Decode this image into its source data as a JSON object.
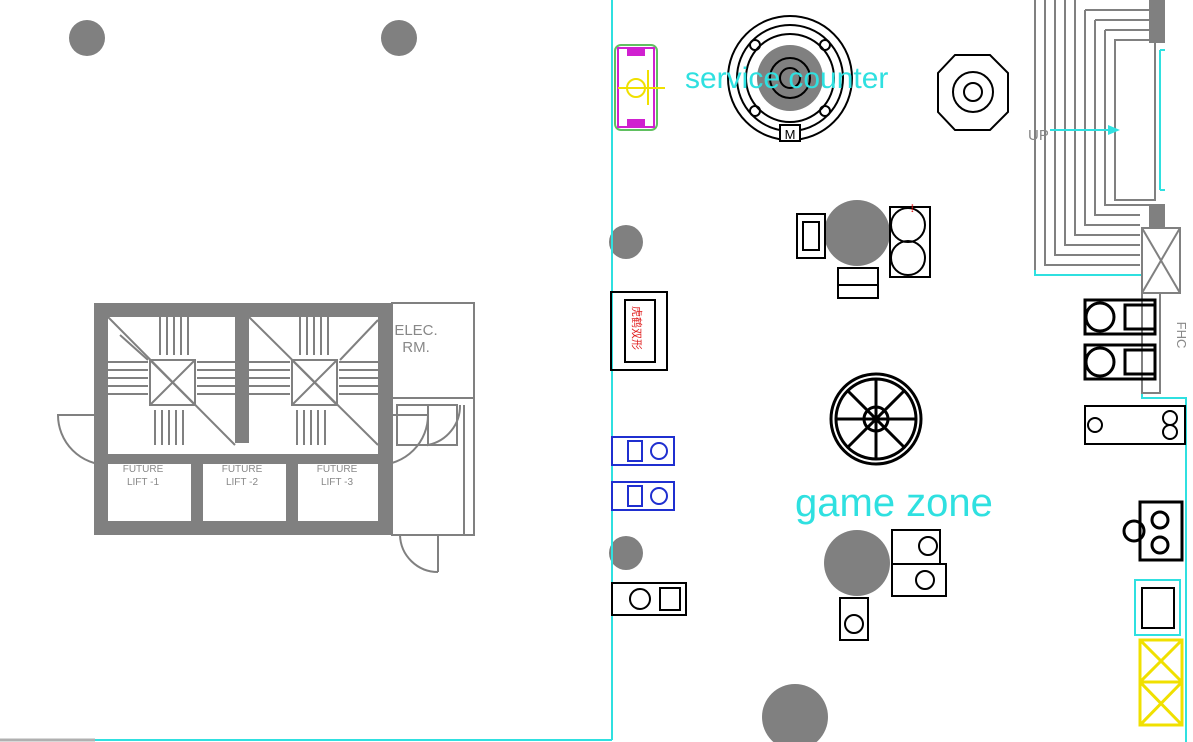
{
  "rooms": {
    "service_counter": "service counter",
    "game_zone": "game zone",
    "elec_line1": "ELEC.",
    "elec_line2": "RM.",
    "fhc": "FHC",
    "up": "UP"
  },
  "lifts": [
    {
      "line1": "FUTURE",
      "line2": "LIFT -1"
    },
    {
      "line1": "FUTURE",
      "line2": "LIFT -2"
    },
    {
      "line1": "FUTURE",
      "line2": "LIFT -3"
    }
  ],
  "machine_labels": {
    "red_cabinet": "虎鹤双形"
  },
  "colors": {
    "wall": "#808080",
    "cyan_boundary": "#2fe0e0",
    "equipment": "#000000",
    "blue_equipment": "#1f2fd0",
    "magenta_equipment": "#d020d0",
    "yellow_equipment": "#f0e000",
    "red_text": "#e02020"
  }
}
